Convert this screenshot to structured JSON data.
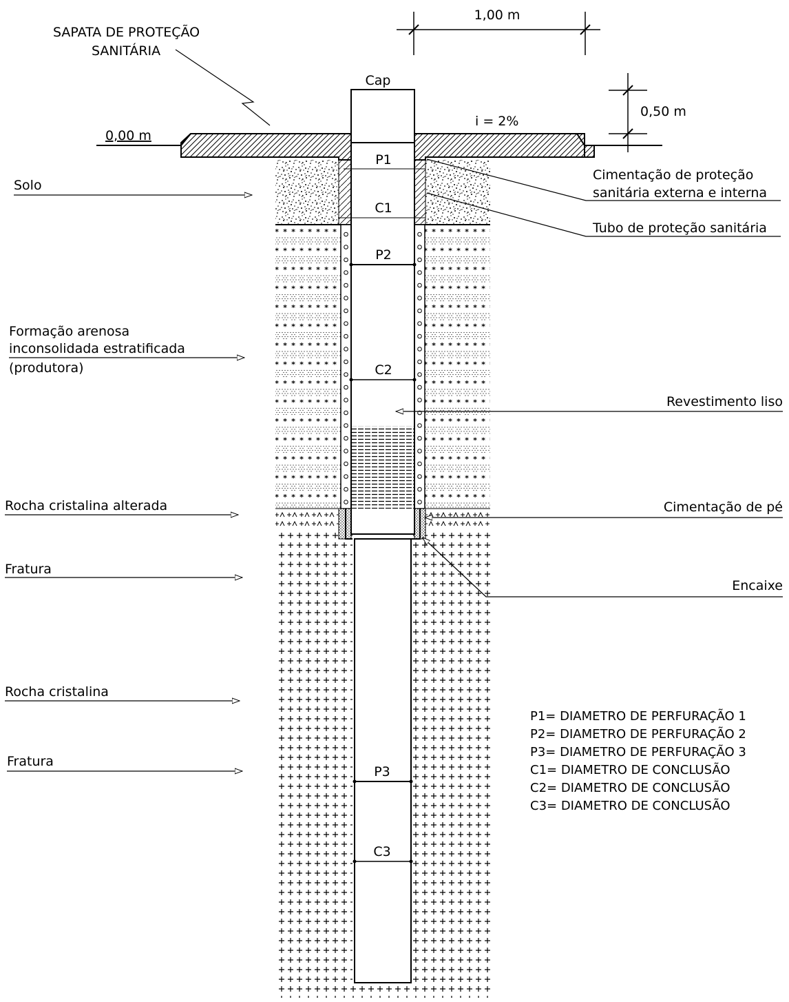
{
  "dimensions": {
    "width_label": "1,00 m",
    "height_label": "0,50 m"
  },
  "ground_level": "0,00 m",
  "slope": "i = 2%",
  "cap_label": "Cap",
  "sapata_label": [
    "SAPATA DE PROTEÇÃO",
    "SANITÁRIA"
  ],
  "diameter_tags": {
    "p1": "P1",
    "c1": "C1",
    "p2": "P2",
    "c2": "C2",
    "p3": "P3",
    "c3": "C3"
  },
  "left_labels": {
    "solo": "Solo",
    "formacao": [
      "Formação arenosa",
      "inconsolidada estratificada",
      "(produtora)"
    ],
    "rocha_alterada": "Rocha cristalina alterada",
    "fratura_1": "Fratura",
    "rocha_cristalina": "Rocha cristalina",
    "fratura_2": "Fratura"
  },
  "right_labels": {
    "cimentacao_protecao": [
      "Cimentação de proteção",
      "sanitária externa e interna"
    ],
    "tubo_protecao": "Tubo de proteção sanitária",
    "revestimento": "Revestimento liso",
    "cimentacao_pe": "Cimentação de pé",
    "encaixe": "Encaixe"
  },
  "legend": [
    "P1= DIAMETRO DE PERFURAÇÃO 1",
    "P2= DIAMETRO DE PERFURAÇÃO 2",
    "P3= DIAMETRO DE PERFURAÇÃO 3",
    "C1= DIAMETRO DE CONCLUSÃO",
    "C2= DIAMETRO DE CONCLUSÃO",
    "C3= DIAMETRO DE CONCLUSÃO"
  ]
}
